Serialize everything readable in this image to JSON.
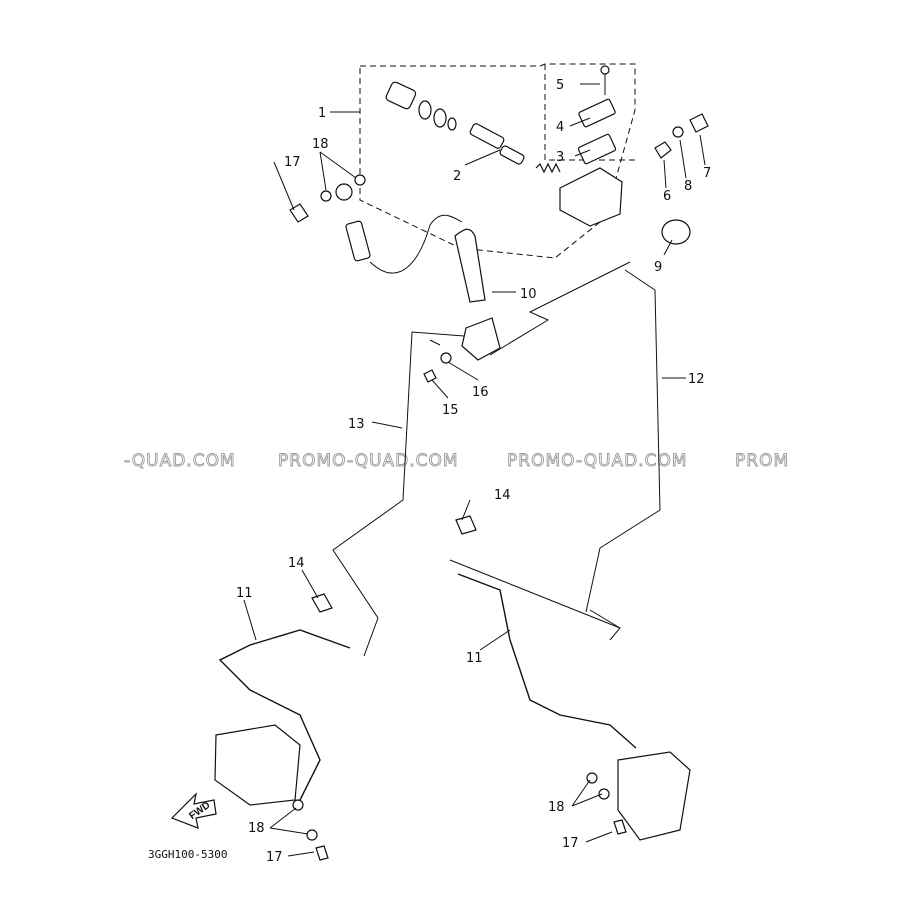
{
  "watermark": {
    "text_left": "-QUAD.COM",
    "text_1": "PROMO-QUAD.COM",
    "text_2": "PROMO-QUAD.COM",
    "text_right": "PROM"
  },
  "diagram_code": "3GGH100-5300",
  "fwd_label": "FWD",
  "callouts": {
    "c1": "1",
    "c2": "2",
    "c3": "3",
    "c4": "4",
    "c5": "5",
    "c6": "6",
    "c7": "7",
    "c8": "8",
    "c9": "9",
    "c10": "10",
    "c11a": "11",
    "c11b": "11",
    "c12": "12",
    "c13": "13",
    "c14a": "14",
    "c14b": "14",
    "c15": "15",
    "c16": "16",
    "c17a": "17",
    "c17b": "17",
    "c17c": "17",
    "c18a": "18",
    "c18b": "18",
    "c18c": "18"
  }
}
